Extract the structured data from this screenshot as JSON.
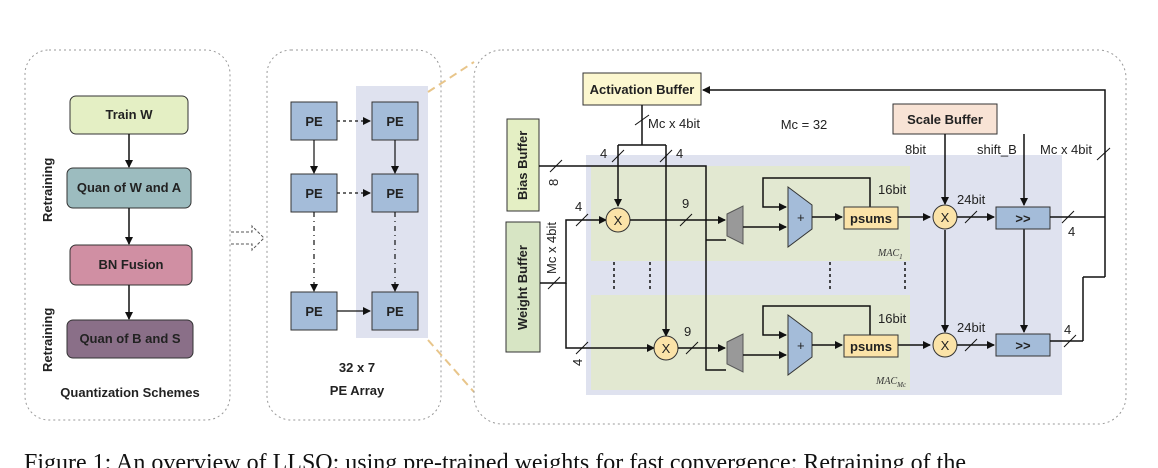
{
  "left_panel": {
    "boxes": [
      "Train W",
      "Quan of W and A",
      "BN Fusion",
      "Quan of B and S"
    ],
    "side_labels": [
      "Retraining",
      "Retraining"
    ],
    "title": "Quantization Schemes"
  },
  "middle_panel": {
    "pe_label": "PE",
    "size": "32 x 7",
    "title": "PE Array"
  },
  "right_panel": {
    "activation_buffer": "Activation Buffer",
    "bias_buffer": "Bias Buffer",
    "weight_buffer": "Weight Buffer",
    "scale_buffer": "Scale Buffer",
    "mc_eq": "Mc = 32",
    "mc_x_4bit": "Mc x 4bit",
    "bit8": "8bit",
    "shift_b": "shift_B",
    "n4": "4",
    "n8": "8",
    "n9": "9",
    "bit16": "16bit",
    "bit24": "24bit",
    "psums": "psums",
    "mul": "X",
    "plus": "+",
    "shift": ">>",
    "mac1": "MAC",
    "mac1_sub": "1",
    "macmc": "MAC",
    "macmc_sub": "Mc"
  },
  "caption": "Figure 1: An overview of LLSQ: using pre-trained weights for fast convergence; Retraining of the"
}
